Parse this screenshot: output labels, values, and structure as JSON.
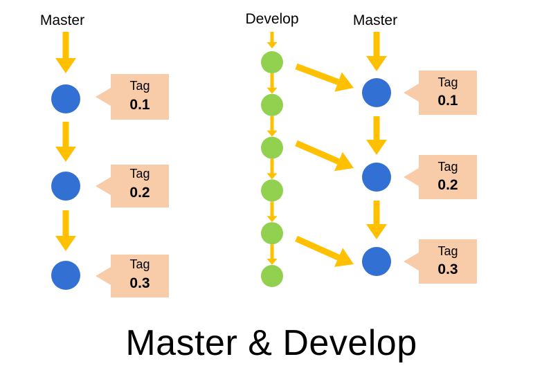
{
  "diagram": {
    "title": "Master & Develop",
    "left_flow": {
      "label": "Master",
      "tags": [
        {
          "word": "Tag",
          "version": "0.1"
        },
        {
          "word": "Tag",
          "version": "0.2"
        },
        {
          "word": "Tag",
          "version": "0.3"
        }
      ]
    },
    "right_flow": {
      "develop_label": "Develop",
      "master_label": "Master",
      "develop_commit_count": 6,
      "tags": [
        {
          "word": "Tag",
          "version": "0.1"
        },
        {
          "word": "Tag",
          "version": "0.2"
        },
        {
          "word": "Tag",
          "version": "0.3"
        }
      ]
    },
    "colors": {
      "master_node": "#3370d4",
      "develop_node": "#92d050",
      "arrow": "#ffc000",
      "tag_box": "#f8cba9"
    }
  }
}
